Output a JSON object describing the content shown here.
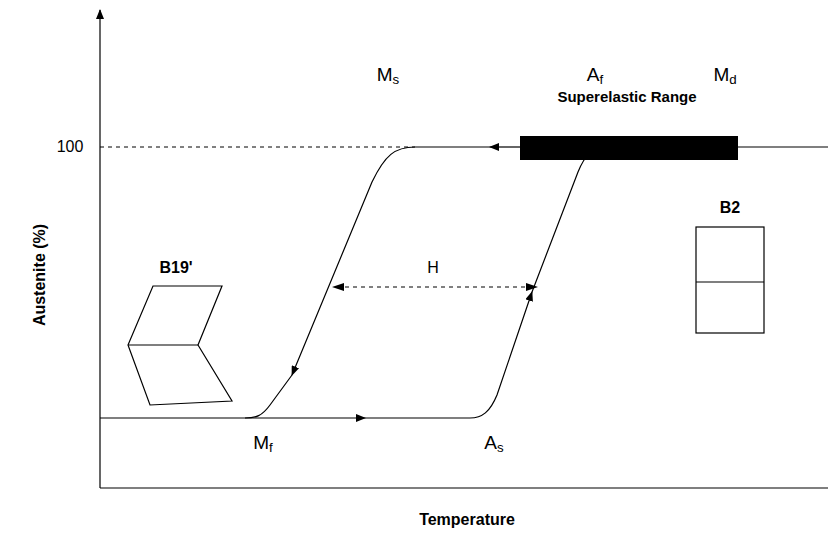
{
  "diagram": {
    "labels": [
      "Superelastic Range",
      "Ms",
      "Af",
      "Md",
      "100",
      "B19'",
      "H",
      "B2",
      "Mf",
      "As",
      "Austenite (%)",
      "Temperature"
    ]
  }
}
